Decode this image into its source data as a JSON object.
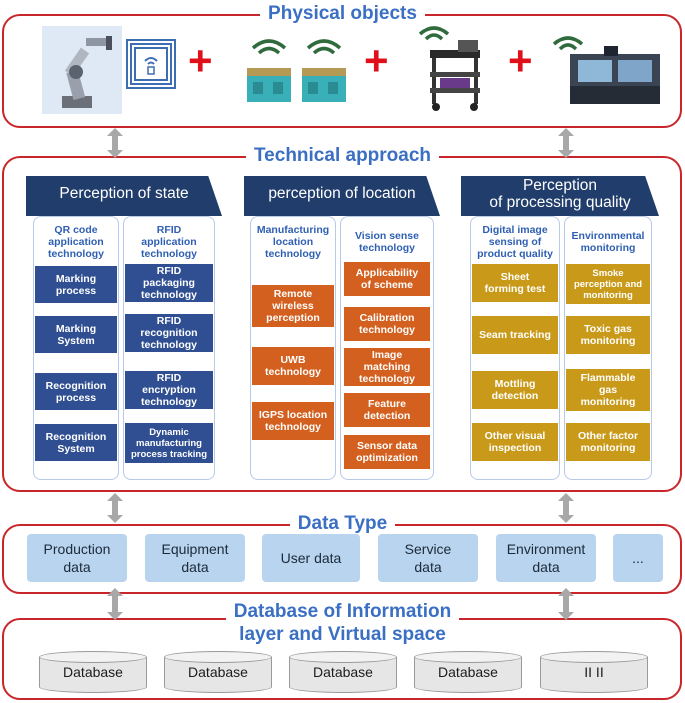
{
  "titles": {
    "physical": "Physical objects",
    "technical": "Technical approach",
    "datatype": "Data Type",
    "database_l1": "Database of Information",
    "database_l2": "layer and Virtual  space"
  },
  "columns": [
    {
      "header": "Perception of state",
      "subs": [
        {
          "head": [
            "QR code",
            "application",
            "technology"
          ],
          "cells": [
            [
              "Marking",
              "process"
            ],
            [
              "Marking",
              "System"
            ],
            [
              "Recognition",
              "process"
            ],
            [
              "Recognition",
              "System"
            ]
          ]
        },
        {
          "head": [
            "RFID",
            "application",
            "technology"
          ],
          "cells": [
            [
              "RFID",
              "packaging",
              "technology"
            ],
            [
              "RFID",
              "recognition",
              "technology"
            ],
            [
              "RFID",
              "encryption",
              "technology"
            ],
            [
              "Dynamic",
              "manufacturing",
              "process tracking"
            ]
          ]
        }
      ]
    },
    {
      "header": "perception of location",
      "subs": [
        {
          "head": [
            "Manufacturing",
            "location",
            "technology"
          ],
          "cells": [
            [
              "Remote",
              "wireless",
              "perception"
            ],
            [
              "UWB",
              "technology"
            ],
            [
              "IGPS location",
              "technology"
            ]
          ]
        },
        {
          "head": [
            "Vision sense",
            "technology"
          ],
          "cells": [
            [
              "Applicability",
              "of scheme"
            ],
            [
              "Calibration",
              "technology"
            ],
            [
              "Image",
              "matching",
              "technology"
            ],
            [
              "Feature",
              "detection"
            ],
            [
              "Sensor data",
              "optimization"
            ]
          ]
        }
      ]
    },
    {
      "header_l1": "Perception",
      "header_l2": "of processing quality",
      "subs": [
        {
          "head": [
            "Digital image",
            "sensing of",
            "product quality"
          ],
          "cells": [
            [
              "Sheet",
              "forming test"
            ],
            [
              "Seam tracking"
            ],
            [
              "Mottling",
              "detection"
            ],
            [
              "Other visual",
              "inspection"
            ]
          ]
        },
        {
          "head": [
            "Environmental",
            "monitoring"
          ],
          "cells": [
            [
              "Smoke",
              "perception and",
              "monitoring"
            ],
            [
              "Toxic gas",
              "monitoring"
            ],
            [
              "Flammable",
              "gas",
              "monitoring"
            ],
            [
              "Other factor",
              "monitoring"
            ]
          ]
        }
      ]
    }
  ],
  "data_types": [
    [
      "Production",
      "data"
    ],
    [
      "Equipment",
      "data"
    ],
    [
      "User data"
    ],
    [
      "Service",
      "data"
    ],
    [
      "Environment",
      "data"
    ],
    [
      "..."
    ]
  ],
  "databases": [
    "Database",
    "Database",
    "Database",
    "Database",
    "II II"
  ],
  "icons": [
    "robot-arm-icon",
    "rfid-tag-icon",
    "wifi-crate-icon",
    "wifi-crate-icon",
    "wifi-cart-icon",
    "wifi-machine-icon"
  ],
  "colors": {
    "border": "#c8262b",
    "title": "#3a6fc4",
    "header": "#213d6b",
    "blue": "#2f4f92",
    "orange": "#d4601f",
    "gold": "#c99a1a",
    "datatype": "#b8d4ee"
  }
}
